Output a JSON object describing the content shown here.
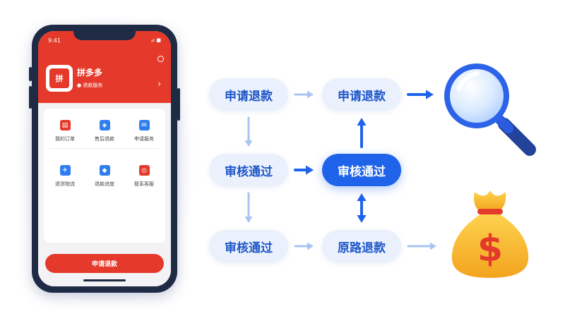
{
  "phone": {
    "status_time": "9:41",
    "status_right": "⊿ ■",
    "app": {
      "logo_text": "拼",
      "name": "拼多多",
      "subtitle": "● 退款服务"
    },
    "grid": [
      {
        "label": "我的订单",
        "icon": "order-icon",
        "color": "#e53a2b",
        "glyph": "▤"
      },
      {
        "label": "售后退款",
        "icon": "refund-icon",
        "color": "#2f7ef0",
        "glyph": "◈"
      },
      {
        "label": "申请服务",
        "icon": "service-icon",
        "color": "#2f7ef0",
        "glyph": "✉"
      },
      {
        "label": "退货物流",
        "icon": "logistics-icon",
        "color": "#2f7ef0",
        "glyph": "✈"
      },
      {
        "label": "退款进度",
        "icon": "progress-icon",
        "color": "#2f7ef0",
        "glyph": "◆"
      },
      {
        "label": "联系客服",
        "icon": "support-icon",
        "color": "#e53a2b",
        "glyph": "◎"
      }
    ],
    "apply_button": "申请退款"
  },
  "flow": {
    "nodes": [
      {
        "id": "n1",
        "label": "申请退款",
        "active": false
      },
      {
        "id": "n2",
        "label": "申请退款",
        "active": false
      },
      {
        "id": "n3",
        "label": "审核通过",
        "active": false
      },
      {
        "id": "n4",
        "label": "审核通过",
        "active": true
      },
      {
        "id": "n5",
        "label": "审核通过",
        "active": false
      },
      {
        "id": "n6",
        "label": "原路退款",
        "active": false
      }
    ],
    "edges": [
      {
        "from": "n1",
        "to": "n2",
        "style": "light"
      },
      {
        "from": "n2",
        "to": "magnifier",
        "style": "strong"
      },
      {
        "from": "n1",
        "to": "n3",
        "style": "light"
      },
      {
        "from": "n3",
        "to": "n4",
        "style": "strong"
      },
      {
        "from": "n4",
        "to": "n2",
        "style": "strong"
      },
      {
        "from": "n4",
        "to": "n6",
        "style": "strong-both"
      },
      {
        "from": "n3",
        "to": "n5",
        "style": "light"
      },
      {
        "from": "n5",
        "to": "n6",
        "style": "light"
      },
      {
        "from": "n6",
        "to": "moneybag",
        "style": "light"
      }
    ],
    "colors": {
      "strong": "#1f63ea",
      "light": "#a8c4f2"
    }
  },
  "illustrations": {
    "magnifier_icon": "magnifier-icon",
    "moneybag_icon": "money-bag-icon",
    "moneybag_symbol": "$"
  },
  "colors": {
    "brand_red": "#e53a2b",
    "flow_blue": "#1f63ea",
    "node_bg": "#eaf1fc",
    "gold": "#f7b52a"
  }
}
